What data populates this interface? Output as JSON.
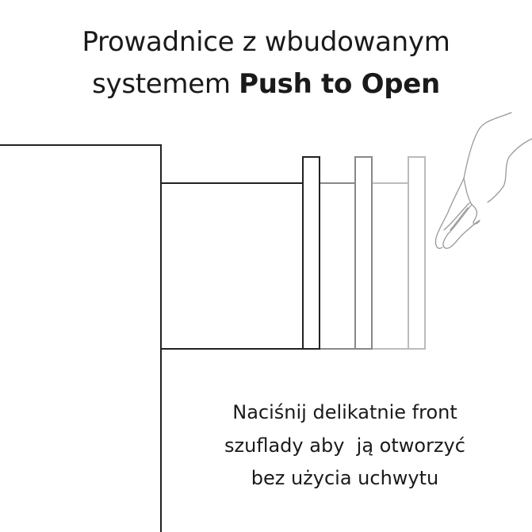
{
  "title": {
    "line1": "Prowadnice z wbudowanym",
    "line2_prefix": "systemem ",
    "line2_bold": "Push to Open"
  },
  "caption": {
    "line1": "Naciśnij delikatnie front",
    "line2": "szuflady aby  ją otworzyć",
    "line3": "bez użycia uchwytu"
  },
  "colors": {
    "front_closed": "#222222",
    "front_mid": "#888888",
    "front_open": "#bbbbbb",
    "hand": "#999999"
  }
}
